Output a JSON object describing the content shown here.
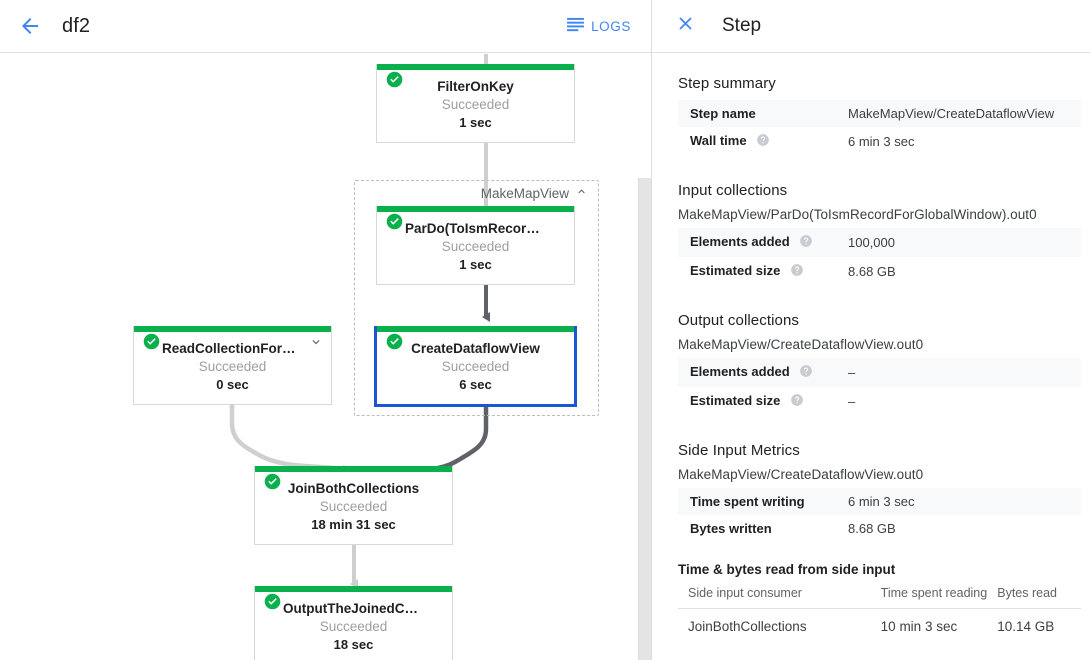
{
  "header": {
    "back_icon": "arrow-left-icon",
    "job_title": "df2",
    "logs_label": "LOGS",
    "logs_icon": "list-icon",
    "accent_blue": "#4285f4"
  },
  "graph": {
    "composite": {
      "label": "MakeMapView",
      "chevron_icon": "chevron-up-icon",
      "expanded": true
    },
    "nodes": [
      {
        "id": "filter-on-key",
        "name": "FilterOnKey",
        "status": "Succeeded",
        "time": "1 sec",
        "status_icon": "check-circle-icon",
        "selected": false,
        "chevron": null
      },
      {
        "id": "pardo-toismrecord",
        "name": "ParDo(ToIsmRecordFor…",
        "status": "Succeeded",
        "time": "1 sec",
        "status_icon": "check-circle-icon",
        "selected": false,
        "chevron": null
      },
      {
        "id": "create-dataflow-view",
        "name": "CreateDataflowView",
        "status": "Succeeded",
        "time": "6 sec",
        "status_icon": "check-circle-icon",
        "selected": true,
        "chevron": null
      },
      {
        "id": "read-collection-for-join",
        "name": "ReadCollectionForJoin",
        "status": "Succeeded",
        "time": "0 sec",
        "status_icon": "check-circle-icon",
        "selected": false,
        "chevron": "chevron-down-icon"
      },
      {
        "id": "join-both-collections",
        "name": "JoinBothCollections",
        "status": "Succeeded",
        "time": "18 min 31 sec",
        "status_icon": "check-circle-icon",
        "selected": false,
        "chevron": null
      },
      {
        "id": "output-the-joined-collection",
        "name": "OutputTheJoinedCollec…",
        "status": "Succeeded",
        "time": "18 sec",
        "status_icon": "check-circle-icon",
        "selected": false,
        "chevron": null
      }
    ],
    "colors": {
      "status_green": "#0ab04b",
      "selection_blue": "#1a56d6",
      "edge_light": "#cfcfcf",
      "edge_dark": "#5f6368"
    }
  },
  "step_panel": {
    "close_icon": "close-icon",
    "title": "Step",
    "summary": {
      "heading": "Step summary",
      "rows": [
        {
          "key": "Step name",
          "value": "MakeMapView/CreateDataflowView",
          "help": false
        },
        {
          "key": "Wall time",
          "value": "6 min 3 sec",
          "help": true
        }
      ]
    },
    "input_collections": {
      "heading": "Input collections",
      "collection_name": "MakeMapView/ParDo(ToIsmRecordForGlobalWindow).out0",
      "rows": [
        {
          "key": "Elements added",
          "value": "100,000",
          "help": true
        },
        {
          "key": "Estimated size",
          "value": "8.68 GB",
          "help": true
        }
      ]
    },
    "output_collections": {
      "heading": "Output collections",
      "collection_name": "MakeMapView/CreateDataflowView.out0",
      "rows": [
        {
          "key": "Elements added",
          "value": "–",
          "help": true
        },
        {
          "key": "Estimated size",
          "value": "–",
          "help": true
        }
      ]
    },
    "side_input_metrics": {
      "heading": "Side Input Metrics",
      "collection_name": "MakeMapView/CreateDataflowView.out0",
      "rows": [
        {
          "key": "Time spent writing",
          "value": "6 min 3 sec",
          "help": false
        },
        {
          "key": "Bytes written",
          "value": "8.68 GB",
          "help": false
        }
      ],
      "table_title": "Time & bytes read from side input",
      "table_headers": [
        "Side input consumer",
        "Time spent reading",
        "Bytes read"
      ],
      "table_rows": [
        [
          "JoinBothCollections",
          "10 min 3 sec",
          "10.14 GB"
        ]
      ]
    }
  }
}
